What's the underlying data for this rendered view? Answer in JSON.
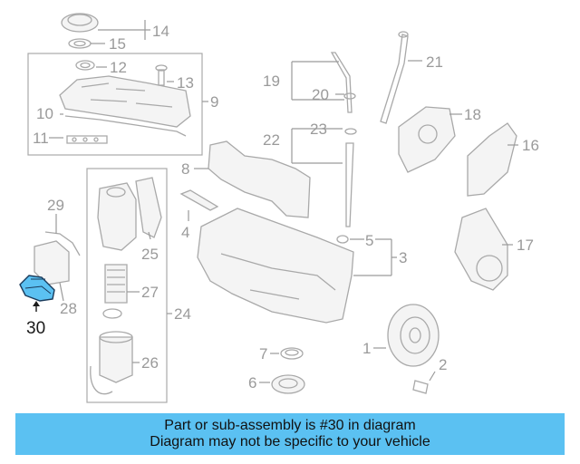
{
  "callouts": {
    "c1": "1",
    "c2": "2",
    "c3": "3",
    "c4": "4",
    "c5": "5",
    "c6": "6",
    "c7": "7",
    "c8": "8",
    "c9": "9",
    "c10": "10",
    "c11": "11",
    "c12": "12",
    "c13": "13",
    "c14": "14",
    "c15": "15",
    "c16": "16",
    "c17": "17",
    "c18": "18",
    "c19": "19",
    "c20": "20",
    "c21": "21",
    "c22": "22",
    "c23": "23",
    "c24": "24",
    "c25": "25",
    "c26": "26",
    "c27": "27",
    "c28": "28",
    "c29": "29",
    "c30": "30"
  },
  "highlighted_part": "30",
  "colors": {
    "highlight": "#5bc1f2",
    "linework": "#a9a9a9",
    "callout_text": "#9a9a9a"
  },
  "banner": {
    "line1": "Part or sub-assembly is #30 in diagram",
    "line2": "Diagram may not be specific to your vehicle"
  }
}
